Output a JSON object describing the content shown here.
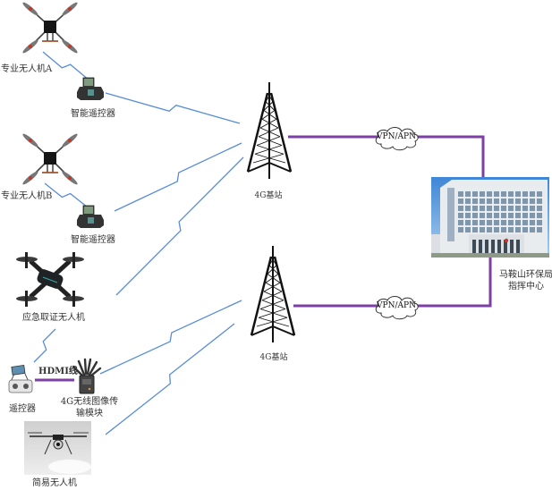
{
  "diagram": {
    "title": "",
    "colors": {
      "wireless_link": "#3a78d0",
      "wired_link": "#7b3fa6",
      "tower": "#111111",
      "label_text": "#333333"
    },
    "nodes": {
      "drone_a": {
        "label": "专业无人机A",
        "icon": "quadcopter-icon"
      },
      "controller_a": {
        "label": "智能遥控器",
        "icon": "smart-remote-icon"
      },
      "drone_b": {
        "label": "专业无人机B",
        "icon": "quadcopter-icon"
      },
      "controller_b": {
        "label": "智能遥控器",
        "icon": "smart-remote-icon"
      },
      "emergency_drone": {
        "label": "应急取证无人机",
        "icon": "foldable-drone-icon"
      },
      "remote": {
        "label": "遥控器",
        "icon": "remote-controller-icon"
      },
      "hdmi": {
        "label": "HDMI线"
      },
      "module": {
        "label_line1": "4G无线图像传",
        "label_line2": "输模块",
        "icon": "4g-transmitter-icon"
      },
      "simple_drone": {
        "label": "简易无人机",
        "icon": "camera-drone-photo"
      },
      "tower_top": {
        "label": "4G基站",
        "icon": "cell-tower-icon"
      },
      "tower_bottom": {
        "label": "4G基站",
        "icon": "cell-tower-icon"
      },
      "vpn_top": {
        "label": "VPN/APN",
        "icon": "cloud-icon"
      },
      "vpn_bottom": {
        "label": "VPN/APN",
        "icon": "cloud-icon"
      },
      "command_center": {
        "label_line1": "马鞍山环保局",
        "label_line2": "指挥中心",
        "icon": "building-photo"
      }
    },
    "links": [
      {
        "from": "drone_a",
        "to": "controller_a",
        "type": "wireless"
      },
      {
        "from": "controller_a",
        "to": "tower_top",
        "type": "wireless"
      },
      {
        "from": "drone_b",
        "to": "controller_b",
        "type": "wireless"
      },
      {
        "from": "controller_b",
        "to": "tower_top",
        "type": "wireless"
      },
      {
        "from": "emergency_drone",
        "to": "tower_top",
        "type": "wireless"
      },
      {
        "from": "emergency_drone",
        "to": "remote",
        "type": "wireless"
      },
      {
        "from": "remote",
        "to": "module",
        "type": "wired",
        "label": "HDMI线"
      },
      {
        "from": "module",
        "to": "tower_bottom",
        "type": "wireless"
      },
      {
        "from": "simple_drone",
        "to": "tower_bottom",
        "type": "wireless"
      },
      {
        "from": "tower_top",
        "to": "command_center",
        "type": "wired",
        "via": "VPN/APN"
      },
      {
        "from": "tower_bottom",
        "to": "command_center",
        "type": "wired",
        "via": "VPN/APN"
      }
    ]
  }
}
